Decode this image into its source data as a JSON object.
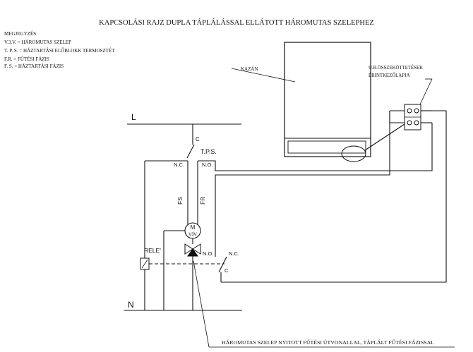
{
  "title": "KAPCSOLÁSI RAJZ DUPLA TÁPLÁLÁSSAL ELLÁTOTT HÁROMUTAS SZELEPHEZ",
  "legend": {
    "heading": "MEGJEGYZÉS",
    "items": [
      "V.3.V. = HÁROMUTAS SZELEP",
      "T. P. S. = HÁZTARTÁSI ELŐBLOKK TERMOSZTÉT",
      "F.R. = FŰTÉSI FÁZIS",
      "F. S. = HÁZTARTÁSI FÁZIS"
    ]
  },
  "labels": {
    "boiler": "KAZÁN",
    "terminal_line1": "U.B.ÖSSZEKÖTTETÉSEK",
    "terminal_line2": "ÉRINTKEZŐLAPJA",
    "line": "L",
    "neutral": "N",
    "tps_c": "C",
    "tps": "T.P.S.",
    "tps_nc": "N.C.",
    "tps_no": "N.O.",
    "fs": "FS",
    "fr": "FR",
    "motor_m": "M",
    "motor_v3v": "V3V",
    "relay": "RELE'",
    "relay_no": "N.O.",
    "relay_nc": "N.C.",
    "relay_c": "C"
  },
  "caption": "HÁROMUTAS SZELEP NYITOTT FŰTÉSI ÚTVONALLAL, TÁPLÁLT FŰTÉSI FÁZISSAL"
}
